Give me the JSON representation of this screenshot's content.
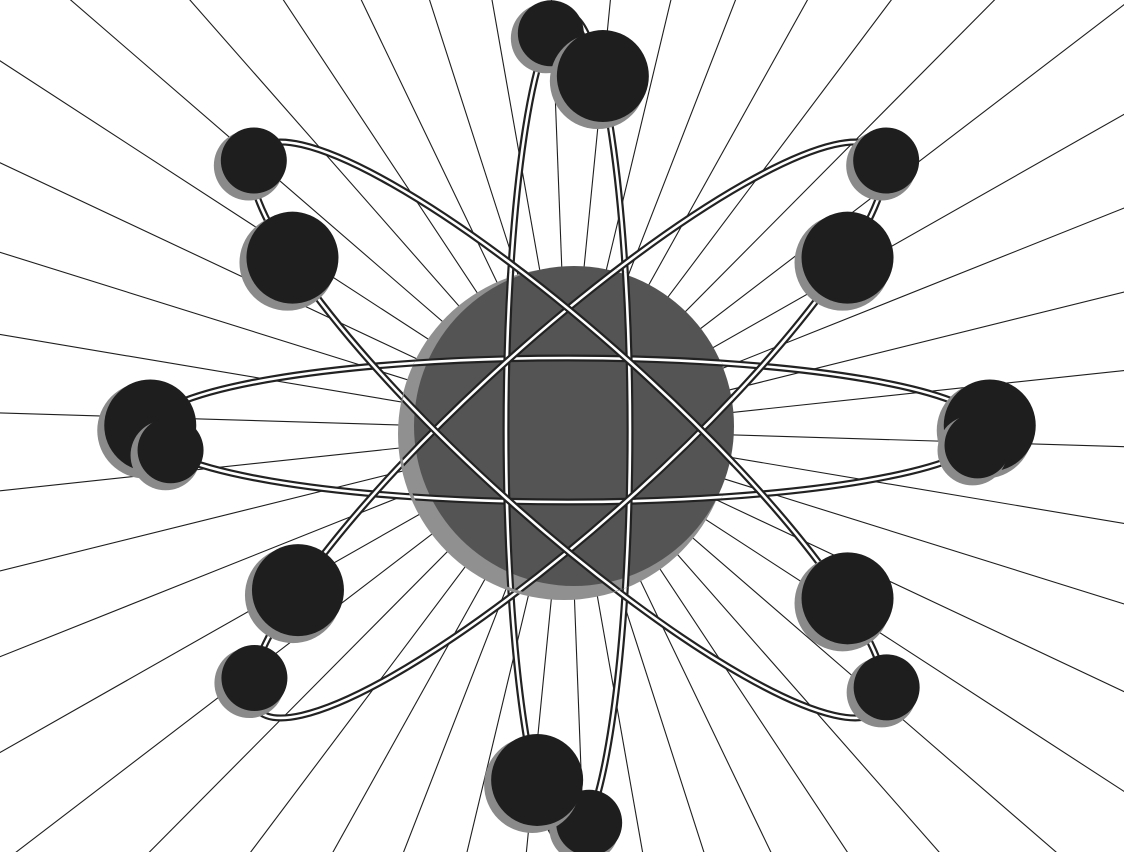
{
  "diagram": {
    "kind": "atom",
    "background_color": "#ffffff",
    "ray_color": "#1e1e1e",
    "orbit_color": "#222222",
    "nucleus": {
      "fill_color": "#545454",
      "rim_color": "#909090"
    },
    "electron": {
      "fill_color": "#1e1e1e",
      "rim_color": "#8a8a8a"
    },
    "orbits": [
      {
        "name": "horizontal-orbit"
      },
      {
        "name": "vertical-orbit"
      },
      {
        "name": "diagonal-orbit-up-right"
      },
      {
        "name": "diagonal-orbit-up-left"
      }
    ],
    "electron_count": 16,
    "ray_count": 46
  }
}
